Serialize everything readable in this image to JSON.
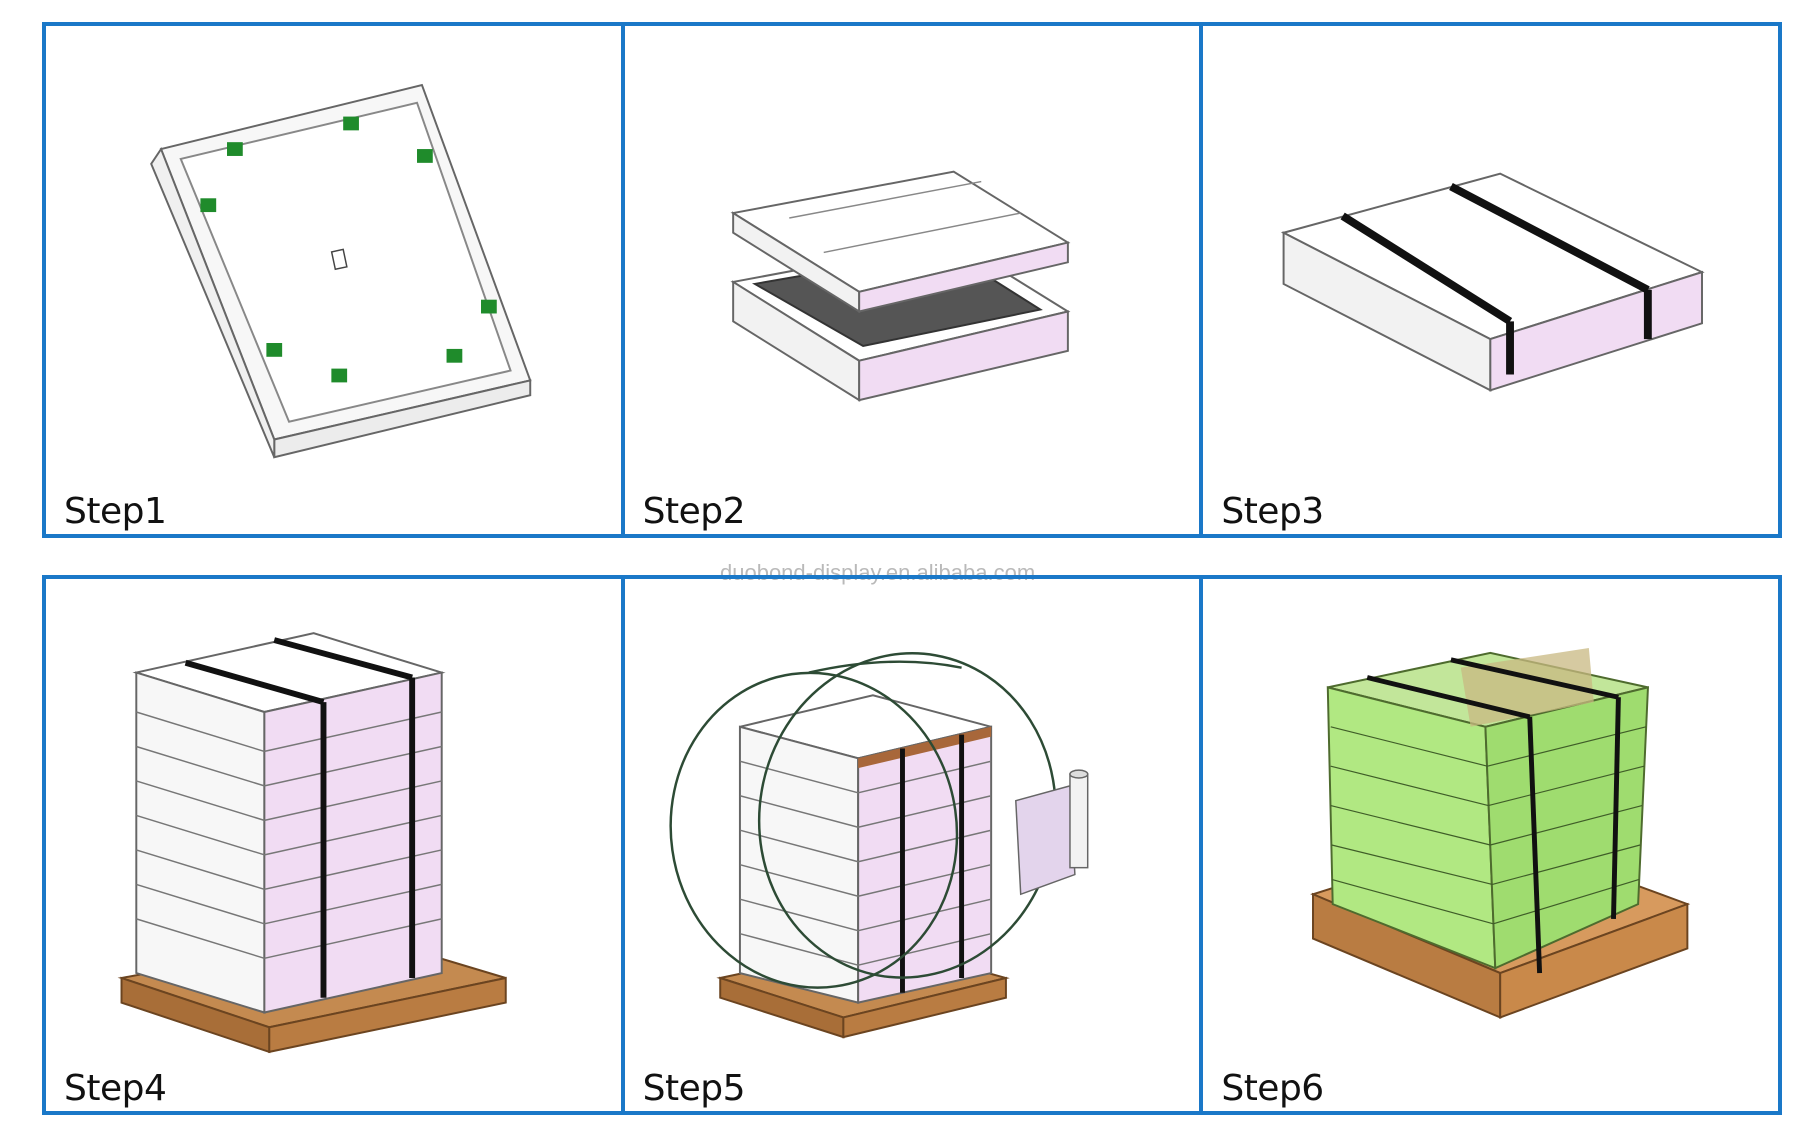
{
  "steps": [
    {
      "label": "Step1"
    },
    {
      "label": "Step2"
    },
    {
      "label": "Step3"
    },
    {
      "label": "Step4"
    },
    {
      "label": "Step5"
    },
    {
      "label": "Step6"
    }
  ],
  "watermark": "duobond-display.en.alibaba.com",
  "colors": {
    "border": "#1a78c8",
    "tray": "#ffffff",
    "tray_side": "#f1dcf3",
    "clip": "#1f8b2b",
    "pallet": "#c48a50",
    "wrap": "#a7e27a",
    "strap": "#111111"
  }
}
